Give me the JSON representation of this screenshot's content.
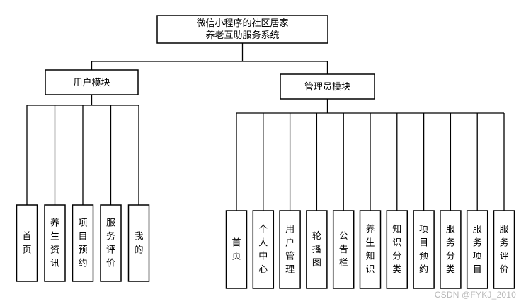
{
  "root": {
    "lines": [
      "微信小程序的社区居家",
      "养老互助服务系统"
    ]
  },
  "user_module": {
    "title": "用户模块",
    "children": [
      "首页",
      "养生资讯",
      "项目预约",
      "服务评价",
      "我的"
    ]
  },
  "admin_module": {
    "title": "管理员模块",
    "children": [
      "首页",
      "个人中心",
      "用户管理",
      "轮播图",
      "公告栏",
      "养生知识",
      "知识分类",
      "项目预约",
      "服务分类",
      "服务项目",
      "服务评价"
    ]
  },
  "watermark": "CSDN @FYKJ_2010"
}
